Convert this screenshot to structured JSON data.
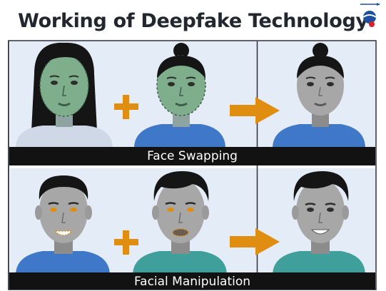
{
  "title": "Working of Deepfake Technology",
  "rows": [
    {
      "label": "Face Swapping"
    },
    {
      "label": "Facial Manipulation"
    }
  ],
  "colors": {
    "panel_bg": "#e4ecf8",
    "panel_border": "#2a2f3a",
    "bar_bg": "#121212",
    "arrow": "#e08e12",
    "mask": "#7fae8c",
    "skin_grey": "#a7a7a7",
    "shirt_blue": "#3f78c8",
    "shirt_teal": "#3f9f9a",
    "hair": "#151515"
  },
  "icons": [
    "plus-icon",
    "arrow-right-icon",
    "logo-icon"
  ]
}
